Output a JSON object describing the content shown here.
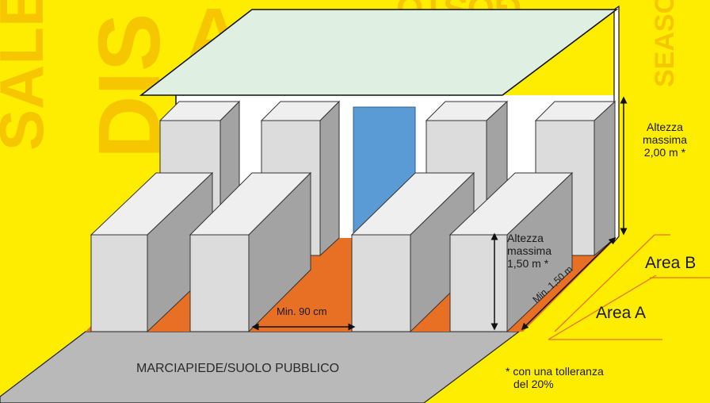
{
  "background_words": [
    "SALE",
    "DIS",
    "A",
    "GOSTO",
    "SEASO"
  ],
  "labels": {
    "max_height_back": [
      "Altezza",
      "massima",
      "2,00 m *"
    ],
    "max_height_front": [
      "Altezza",
      "massima",
      "1,50 m *"
    ],
    "aisle_min": "Min. 90 cm",
    "depth_min": "Min. 1,50 m",
    "area_a": "Area A",
    "area_b": "Area B",
    "sidewalk": "MARCIAPIEDE/SUOLO PUBBLICO",
    "footnote": [
      "* con una tolleranza",
      "del 20%"
    ]
  },
  "colors": {
    "background": "#ffed00",
    "background_text": "#f6c600",
    "roof": "#dff0e3",
    "floor": "#e87024",
    "sidewalk": "#b9b9b9",
    "door": "#5b9bd5",
    "box_front": "#dcdcdc",
    "box_side": "#a3a3a3",
    "area_line": "#e8731f"
  }
}
